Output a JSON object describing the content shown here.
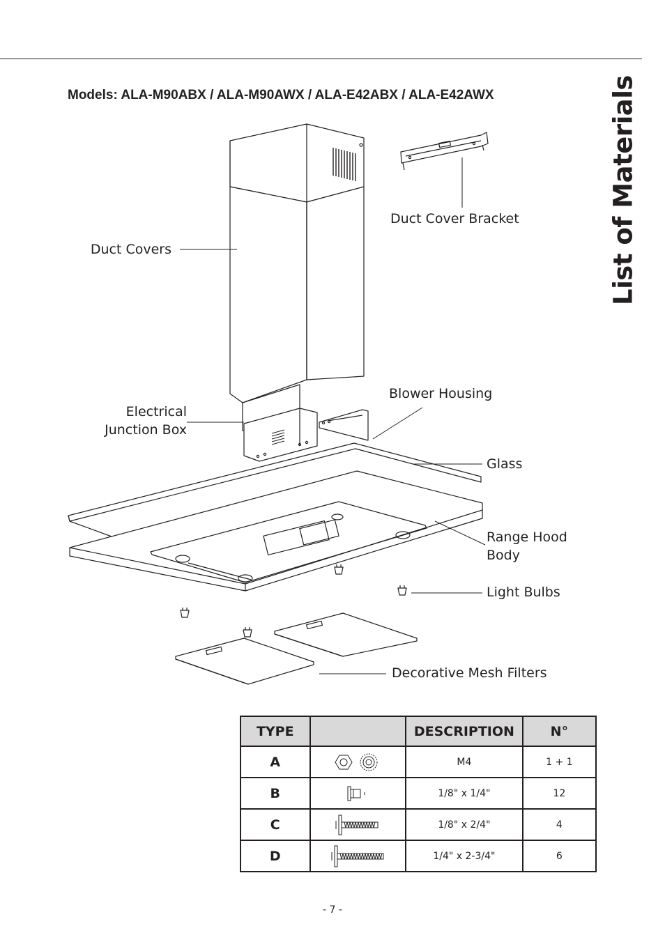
{
  "side_title": "List of Materials",
  "models_heading": "Models: ALA-M90ABX / ALA-M90AWX / ALA-E42ABX / ALA-E42AWX",
  "labels": {
    "duct_cover_bracket": "Duct Cover Bracket",
    "duct_covers": "Duct Covers",
    "electrical_line1": "Electrical",
    "electrical_line2": "Junction Box",
    "blower_housing": "Blower Housing",
    "glass": "Glass",
    "range_hood_line1": "Range Hood",
    "range_hood_line2": "Body",
    "light_bulbs": "Light Bulbs",
    "mesh_filters": "Decorative Mesh Filters"
  },
  "table": {
    "headers": [
      "TYPE",
      "",
      "DESCRIPTION",
      "N°"
    ],
    "rows": [
      {
        "type": "A",
        "icon": "nut-and-washer-icon",
        "description": "M4",
        "qty": "1 + 1"
      },
      {
        "type": "B",
        "icon": "short-screw-icon",
        "description": "1/8\" x 1/4\"",
        "qty": "12"
      },
      {
        "type": "C",
        "icon": "medium-screw-icon",
        "description": "1/8\" x 2/4\"",
        "qty": "4"
      },
      {
        "type": "D",
        "icon": "long-screw-icon",
        "description": "1/4\"  x  2-3/4\"",
        "qty": "6"
      }
    ]
  },
  "page_number": "- 7 -"
}
